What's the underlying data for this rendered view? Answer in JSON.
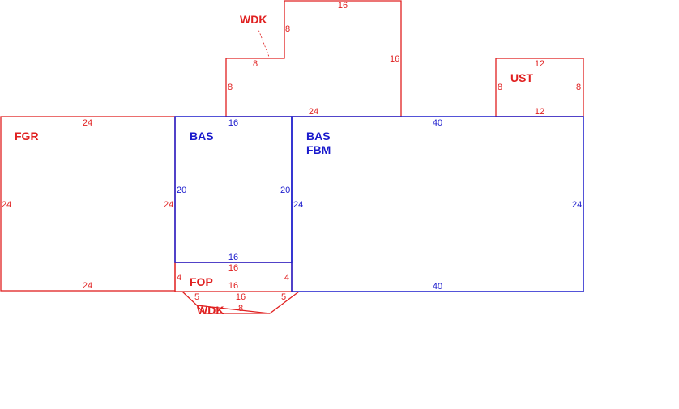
{
  "colors": {
    "red": "#e02020",
    "blue": "#1a1acc"
  },
  "areas": {
    "fgr": {
      "label": "FGR",
      "top": "24",
      "bottom": "24",
      "left": "24",
      "right": "24"
    },
    "bas_small": {
      "label": "BAS",
      "top": "16",
      "bottom": "16",
      "left": "20",
      "right": "20"
    },
    "bas_fbm": {
      "label1": "BAS",
      "label2": "FBM",
      "top": "40",
      "bottom": "40",
      "left": "24",
      "right": "24"
    },
    "wdk_top": {
      "label": "WDK",
      "base": "24",
      "left": "8",
      "step": "8",
      "riser": "8",
      "top": "16",
      "right": "16"
    },
    "ust": {
      "label": "UST",
      "top": "12",
      "bottom": "12",
      "left": "8",
      "right": "8"
    },
    "fop": {
      "label": "FOP",
      "top": "16",
      "bottom": "16",
      "left": "4",
      "right": "4"
    },
    "wdk_bottom": {
      "label": "WDK",
      "top": "16",
      "bottom": "8",
      "left": "5",
      "right": "5"
    }
  }
}
